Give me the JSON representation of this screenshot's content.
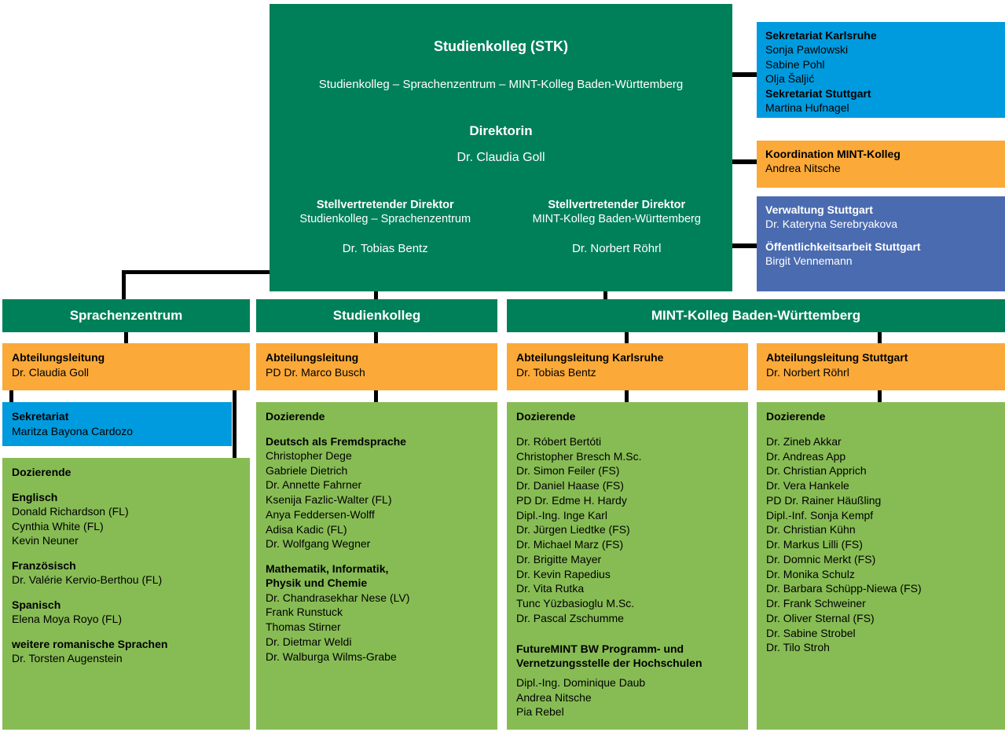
{
  "colors": {
    "green": "#008059",
    "light_green": "#87BC54",
    "orange": "#FBA938",
    "blue": "#009BDE",
    "navy": "#4A6BB0",
    "connector": "#000000"
  },
  "root": {
    "title": "Studienkolleg (STK)",
    "subtitle": "Studienkolleg – Sprachenzentrum – MINT-Kolleg Baden-Württemberg",
    "role": "Direktorin",
    "name": "Dr. Claudia Goll",
    "deputies": [
      {
        "role": "Stellvertretender Direktor",
        "unit": "Studienkolleg – Sprachenzentrum",
        "name": "Dr. Tobias Bentz"
      },
      {
        "role": "Stellvertretender Direktor",
        "unit": "MINT-Kolleg Baden-Württemberg",
        "name": "Dr. Norbert Röhrl"
      }
    ]
  },
  "side_boxes": [
    {
      "color": "blue",
      "groups": [
        {
          "header": "Sekretariat Karlsruhe",
          "members": [
            "Sonja Pawlowski",
            "Sabine Pohl",
            "Olja Šaljić"
          ]
        },
        {
          "header": "Sekretariat Stuttgart",
          "members": [
            "Martina Hufnagel"
          ]
        }
      ]
    },
    {
      "color": "orange",
      "groups": [
        {
          "header": "Koordination MINT-Kolleg",
          "members": [
            "Andrea Nitsche"
          ]
        }
      ]
    },
    {
      "color": "navy",
      "groups": [
        {
          "header": "Verwaltung Stuttgart",
          "members": [
            "Dr. Kateryna Serebryakova"
          ]
        },
        {
          "header": "Öffentlichkeitsarbeit Stuttgart",
          "members": [
            "Birgit Vennemann"
          ]
        }
      ]
    }
  ],
  "column_headers": {
    "sprachenzentrum": "Sprachenzentrum",
    "studienkolleg": "Studienkolleg",
    "mint": "MINT-Kolleg Baden-Württemberg"
  },
  "sprachenzentrum": {
    "leadership": {
      "header": "Abteilungsleitung",
      "members": [
        "Dr. Claudia Goll"
      ]
    },
    "secretariat": {
      "header": "Sekretariat",
      "members": [
        "Maritza Bayona Cardozo"
      ]
    },
    "teachers": {
      "header": "Dozierende",
      "sections": [
        {
          "title": "Englisch",
          "members": [
            "Donald Richardson (FL)",
            "Cynthia White (FL)",
            "Kevin Neuner"
          ]
        },
        {
          "title": "Französisch",
          "members": [
            "Dr. Valérie Kervio-Berthou (FL)"
          ]
        },
        {
          "title": "Spanisch",
          "members": [
            "Elena Moya Royo (FL)"
          ]
        },
        {
          "title": "weitere romanische Sprachen",
          "members": [
            "Dr. Torsten Augenstein"
          ]
        }
      ]
    }
  },
  "studienkolleg": {
    "leadership": {
      "header": "Abteilungsleitung",
      "members": [
        "PD Dr. Marco Busch"
      ]
    },
    "teachers": {
      "header": "Dozierende",
      "sections": [
        {
          "title": "Deutsch als Fremdsprache",
          "members": [
            "Christopher Dege",
            "Gabriele Dietrich",
            "Dr. Annette Fahrner",
            "Ksenija Fazlic-Walter (FL)",
            "Anya Feddersen-Wolff",
            "Adisa Kadic (FL)",
            "Dr. Wolfgang Wegner"
          ]
        },
        {
          "title": "Mathematik, Informatik,\nPhysik und Chemie",
          "members": [
            "Dr. Chandrasekhar Nese (LV)",
            "Frank Runstuck",
            "Thomas Stirner",
            "Dr. Dietmar Weldi",
            "Dr. Walburga Wilms-Grabe"
          ]
        }
      ]
    }
  },
  "mint_karlsruhe": {
    "leadership": {
      "header": "Abteilungsleitung Karlsruhe",
      "members": [
        "Dr. Tobias Bentz"
      ]
    },
    "teachers": {
      "header": "Dozierende",
      "members": [
        "Dr. Róbert Bertóti",
        "Christopher Bresch M.Sc.",
        "Dr. Simon Feiler (FS)",
        "Dr. Daniel Haase (FS)",
        "PD Dr. Edme H. Hardy",
        "Dipl.-Ing. Inge Karl",
        "Dr. Jürgen Liedtke (FS)",
        "Dr. Michael Marz (FS)",
        "Dr. Brigitte Mayer",
        "Dr. Kevin Rapedius",
        "Dr. Vita Rutka",
        "Tunc Yüzbasioglu M.Sc.",
        "Dr. Pascal Zschumme"
      ],
      "extra_section": {
        "title": "FutureMINT BW Programm- und\nVernetzungsstelle der Hochschulen",
        "members": [
          "Dipl.-Ing. Dominique Daub",
          "Andrea Nitsche",
          "Pia Rebel"
        ]
      }
    }
  },
  "mint_stuttgart": {
    "leadership": {
      "header": "Abteilungsleitung Stuttgart",
      "members": [
        "Dr. Norbert Röhrl"
      ]
    },
    "teachers": {
      "header": "Dozierende",
      "members": [
        "Dr. Zineb Akkar",
        "Dr. Andreas App",
        "Dr. Christian Apprich",
        "Dr. Vera Hankele",
        "PD Dr. Rainer Häußling",
        "Dipl.-Inf. Sonja Kempf",
        "Dr. Christian Kühn",
        "Dr. Markus Lilli (FS)",
        "Dr. Domnic Merkt (FS)",
        "Dr. Monika Schulz",
        "Dr. Barbara Schüpp-Niewa (FS)",
        "Dr. Frank Schweiner",
        "Dr. Oliver Sternal (FS)",
        "Dr. Sabine Strobel",
        "Dr. Tilo Stroh"
      ]
    }
  }
}
